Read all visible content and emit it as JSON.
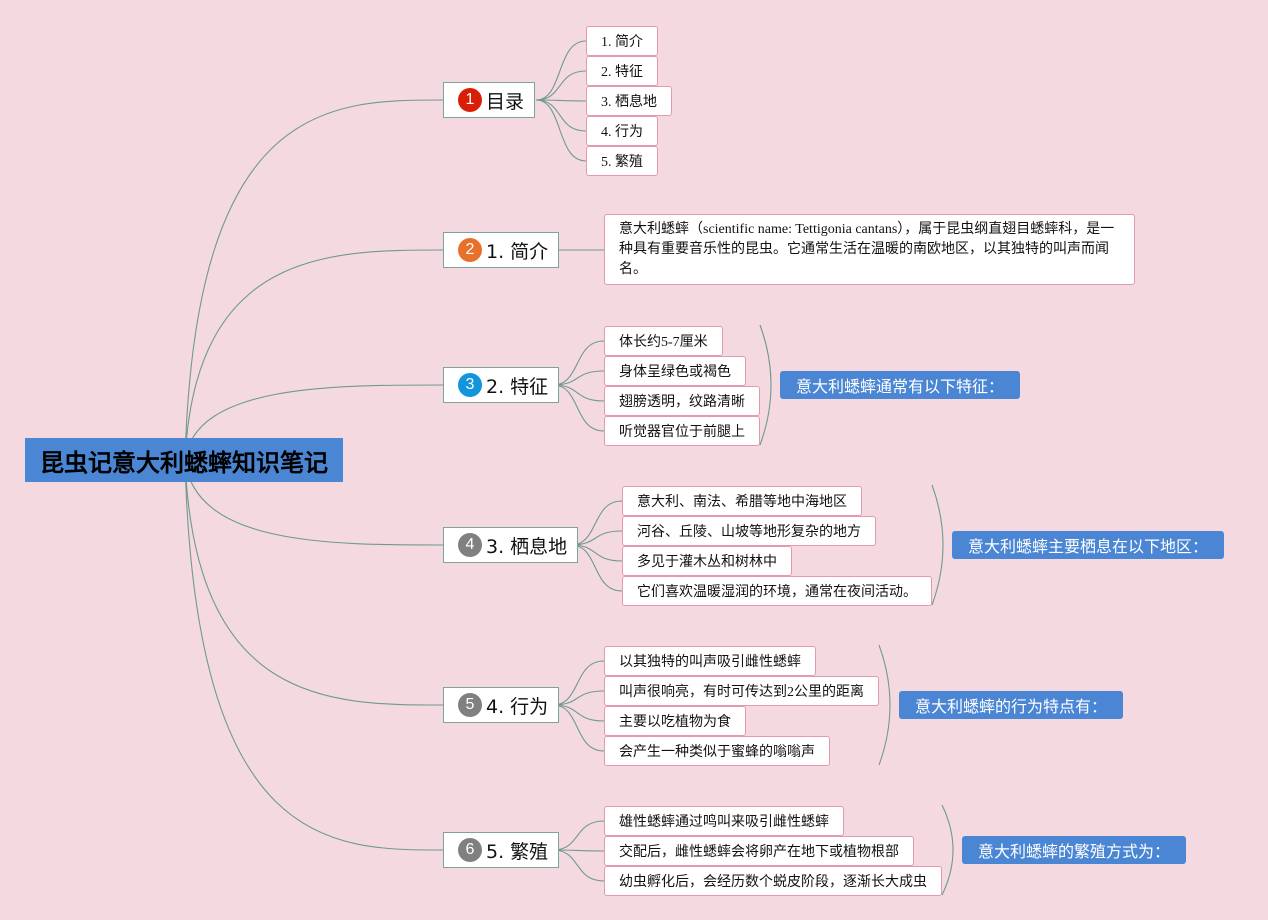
{
  "root": {
    "title": "昆虫记意大利蟋蟀知识笔记"
  },
  "badge_colors": [
    "#d81e06",
    "#e8702a",
    "#1296db",
    "#808080",
    "#808080",
    "#808080"
  ],
  "branches": [
    {
      "number": "1",
      "label": "目录"
    },
    {
      "number": "2",
      "label": "1. 简介"
    },
    {
      "number": "3",
      "label": "2. 特征"
    },
    {
      "number": "4",
      "label": "3. 栖息地"
    },
    {
      "number": "5",
      "label": "4. 行为"
    },
    {
      "number": "6",
      "label": "5. 繁殖"
    }
  ],
  "toc": [
    "1. 简介",
    "2. 特征",
    "3. 栖息地",
    "4. 行为",
    "5. 繁殖"
  ],
  "intro": "意大利蟋蟀（scientific name: Tettigonia cantans），属于昆虫纲直翅目蟋蟀科，是一种具有重要音乐性的昆虫。它通常生活在温暖的南欧地区，以其独特的叫声而闻名。",
  "features": {
    "items": [
      "体长约5-7厘米",
      "身体呈绿色或褐色",
      "翅膀透明，纹路清晰",
      "听觉器官位于前腿上"
    ],
    "summary": "意大利蟋蟀通常有以下特征："
  },
  "habitat": {
    "items": [
      "意大利、南法、希腊等地中海地区",
      "河谷、丘陵、山坡等地形复杂的地方",
      "多见于灌木丛和树林中",
      "它们喜欢温暖湿润的环境，通常在夜间活动。"
    ],
    "summary": "意大利蟋蟀主要栖息在以下地区："
  },
  "behavior": {
    "items": [
      "以其独特的叫声吸引雌性蟋蟀",
      "叫声很响亮，有时可传达到2公里的距离",
      "主要以吃植物为食",
      "会产生一种类似于蜜蜂的嗡嗡声"
    ],
    "summary": "意大利蟋蟀的行为特点有："
  },
  "reproduction": {
    "items": [
      "雄性蟋蟀通过鸣叫来吸引雌性蟋蟀",
      "交配后，雌性蟋蟀会将卵产在地下或植物根部",
      "幼虫孵化后，会经历数个蜕皮阶段，逐渐长大成虫"
    ],
    "summary": "意大利蟋蟀的繁殖方式为："
  }
}
